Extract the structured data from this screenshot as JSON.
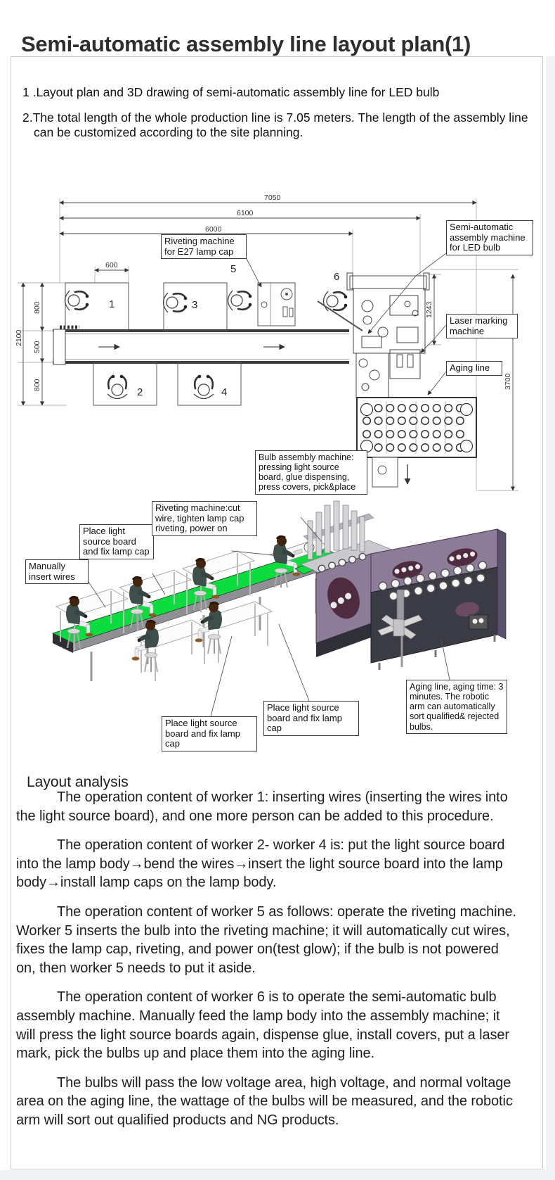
{
  "page": {
    "title": "Semi-automatic assembly line layout plan(1)"
  },
  "intro": {
    "item1": "1 .Layout plan and 3D drawing of semi-automatic assembly line for LED bulb",
    "item2": "2.The total length of the whole production line is 7.05 meters. The length of the assembly line can be customized according to the site planning."
  },
  "plan": {
    "dimensions": {
      "total_length": "7050",
      "length_2": "6100",
      "length_3": "6000",
      "station_width": "600",
      "top_depth": "800",
      "belt_width": "500",
      "bottom_depth": "800",
      "overall_depth": "2100",
      "machine_height": "1243",
      "aging_length": "3700"
    },
    "workers": {
      "w1": "1",
      "w2": "2",
      "w3": "3",
      "w4": "4",
      "w5": "5",
      "w6": "6"
    },
    "callouts": {
      "riveting": "Riveting machine for E27 lamp cap",
      "assembly": "Semi-automatic assembly machine for LED bulb",
      "laser": "Laser marking machine",
      "aging": "Aging line"
    }
  },
  "illustration": {
    "callouts": {
      "manual_wires": "Manually insert wires",
      "place_board_top": "Place light source board and fix lamp cap",
      "riveting": "Riveting machine:cut wire, tighten lamp cap riveting, power on",
      "bulb_assembly": "Bulb assembly machine: pressing light source board, glue dispensing, press covers, pick&place",
      "aging": "Aging line, aging time: 3 minutes. The robotic arm can automatically sort qualified& rejected bulbs.",
      "place_board_left": "Place light source board and fix lamp cap",
      "place_board_mid": "Place light source board and fix lamp cap"
    },
    "colors": {
      "belt_green": "#0cdd3e",
      "machine_panel": "#8d7c98",
      "machine_body": "#3a3b44"
    }
  },
  "analysis": {
    "heading": "Layout analysis",
    "paragraphs": [
      "The operation content of worker 1: inserting wires (inserting the wires into the light source board), and one more person can be added to this procedure.",
      "The operation content of worker 2- worker 4 is: put the light source board into the lamp body→bend the wires→insert the light source board into the lamp body→install lamp caps on the lamp body.",
      "The operation content of worker 5 as follows: operate the riveting machine. Worker 5 inserts the bulb into the riveting machine; it will automatically cut wires, fixes the lamp cap, riveting, and power on(test glow); if the bulb is not powered on, then worker 5 needs to put it aside.",
      "The operation content of worker 6 is to operate the semi-automatic bulb assembly machine. Manually feed the lamp body into the assembly machine; it will press the light source boards again, dispense glue, install covers, put a laser mark, pick the bulbs up and place them into the aging line.",
      "The bulbs will pass the low voltage area, high voltage, and normal voltage area on the aging line, the wattage of the bulbs will be measured, and the robotic arm will sort out qualified products and NG products."
    ]
  }
}
